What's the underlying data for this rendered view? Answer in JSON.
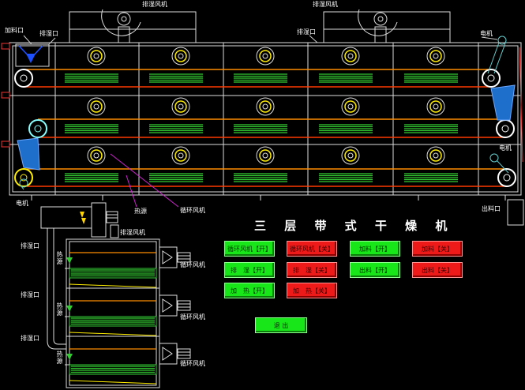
{
  "title": "三 层 带 式 干 燥 机",
  "labels": {
    "exhaust_fan_left": "排湿风机",
    "exhaust_fan_right": "排湿风机",
    "feed_port_top": "加料口",
    "exhaust_port_1": "排湿口",
    "exhaust_port_2": "排湿口",
    "motor_top_right": "电机",
    "motor_right": "电机",
    "motor_left": "电机",
    "heat_source": "热源",
    "circ_fan": "循环风机",
    "discharge_port": "出料口",
    "side_exhaust_fan": "排湿风机",
    "side_exhaust_1": "排湿口",
    "side_exhaust_2": "排湿口",
    "side_exhaust_3": "排湿口",
    "side_heat_1": "热源",
    "side_heat_2": "热源",
    "side_heat_3": "热源",
    "side_circ_1": "循环风机",
    "side_circ_2": "循环风机",
    "side_circ_3": "循环风机"
  },
  "controls": {
    "circ_fan_on": "循环风机【开】",
    "circ_fan_off": "循环风机【关】",
    "feed_on": "加料【开】",
    "feed_off": "加料【关】",
    "exhaust_on": "排　湿【开】",
    "exhaust_off": "排　湿【关】",
    "discharge_on": "出料【开】",
    "discharge_off": "出料【关】",
    "heat_on": "加　热【开】",
    "heat_off": "加　热【关】",
    "exit": "退 出"
  },
  "colors": {
    "on": "#19e619",
    "off": "#ee1a1a",
    "belt": "#ff8c00",
    "heater": "#33cc33"
  }
}
